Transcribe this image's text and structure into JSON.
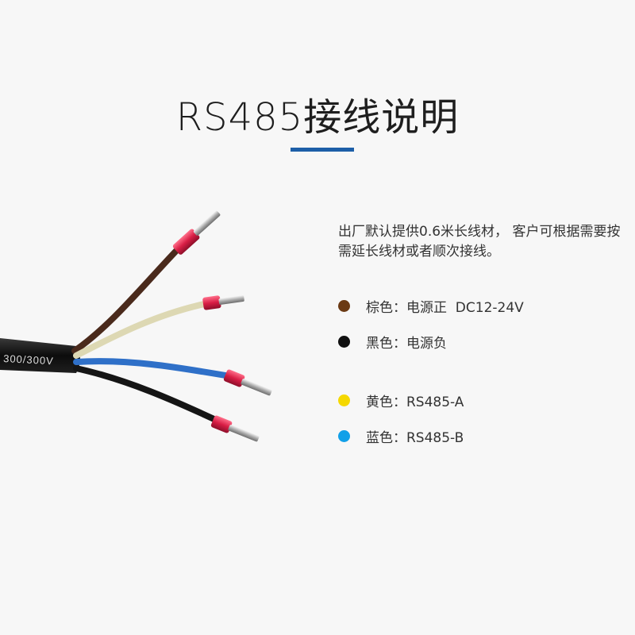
{
  "title": "RS485接线说明",
  "accent_color": "#1d5fa8",
  "cable": {
    "jacket_marking": "300/300V",
    "wire_colors": [
      "#4a2a1c",
      "#ddd8b3",
      "#2f70c8",
      "#151515"
    ]
  },
  "description": "出厂默认提供0.6米长线材， 客户可根据需要按需延长线材或者顺次接线。",
  "legend": [
    {
      "label": "棕色：电源正  DC12-24V",
      "color": "#6b3a14"
    },
    {
      "label": "黑色：电源负",
      "color": "#111111"
    },
    {
      "label": "黄色：RS485-A",
      "color": "#f5d800"
    },
    {
      "label": "蓝色：RS485-B",
      "color": "#12a0e8"
    }
  ]
}
